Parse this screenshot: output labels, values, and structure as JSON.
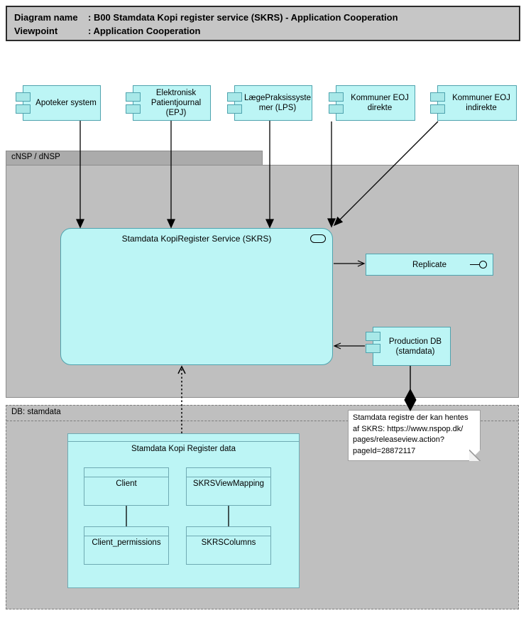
{
  "title": {
    "line1_label": "Diagram name",
    "line1_value": ": B00 Stamdata Kopi register service (SKRS) - Application Cooperation",
    "line2_label": "Viewpoint",
    "line2_value": ": Application Cooperation"
  },
  "components": {
    "apoteker": "Apoteker system",
    "epj": "Elektronisk\nPatientjournal\n(EPJ)",
    "lps": "LægePraksissyste\nmer (LPS)",
    "kommuner_direkte": "Kommuner EOJ\ndirekte",
    "kommuner_indirekte": "Kommuner EOJ\nindirekte"
  },
  "cnsp_group": {
    "label": "cNSP / dNSP",
    "skrs_service_label": "Stamdata KopiRegister Service (SKRS)",
    "replicate_label": "Replicate",
    "production_db_label": "Production DB\n(stamdata)"
  },
  "db_group": {
    "label": "DB: stamdata",
    "data_box_title": "Stamdata Kopi Register data",
    "tables": {
      "client": "Client",
      "view_mapping": "SKRSViewMapping",
      "client_permissions": "Client_permissions",
      "skrs_columns": "SKRSColumns"
    }
  },
  "note": {
    "text": "Stamdata registre der kan hentes\naf SKRS: https://www.nspop.dk/\npages/releaseview.action?\npageId=28872117"
  },
  "icons": {
    "component_icon": "uml-component-icon",
    "service_oval": "archimate-service-icon",
    "interface_lollipop": "provided-interface-icon"
  },
  "colors": {
    "cyan-fill": "#BCF5F5",
    "cyan-border": "#4FA3AE",
    "cyan-icon": "#A8E8E8",
    "inner-border": "#6FAAB3",
    "gray-fill": "#BFBFBF",
    "gray-tab": "#ABABAB",
    "gray-border": "#8C8C8C",
    "header-fill": "#C6C6C6",
    "line": "#000000"
  }
}
